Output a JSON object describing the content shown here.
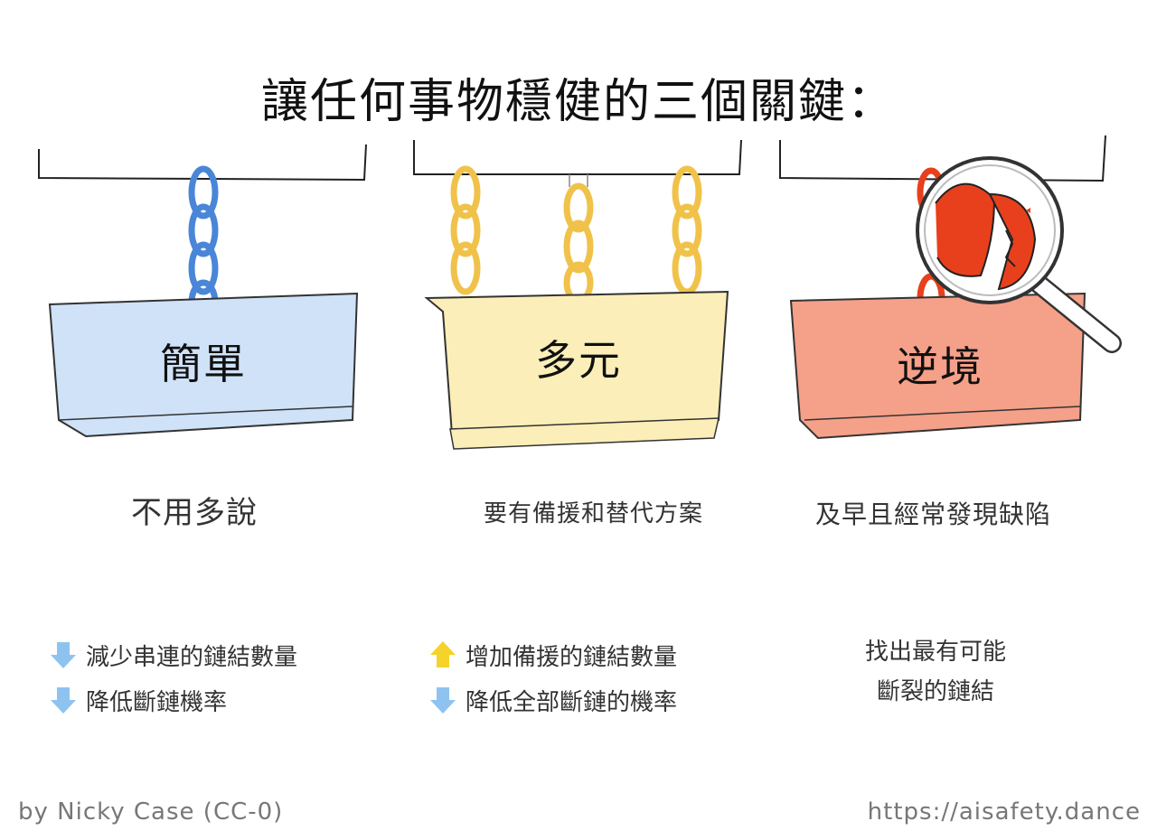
{
  "title": "讓任何事物穩健的三個關鍵：",
  "panels": [
    {
      "label": "簡單",
      "description": "不用多說",
      "bullets": [
        {
          "icon": "arrow-down-icon",
          "text": "減少串連的鏈結數量"
        },
        {
          "icon": "arrow-down-icon",
          "text": "降低斷鏈機率"
        }
      ]
    },
    {
      "label": "多元",
      "description": "要有備援和替代方案",
      "bullets": [
        {
          "icon": "arrow-up-icon",
          "text": "增加備援的鏈結數量"
        },
        {
          "icon": "arrow-down-icon",
          "text": "降低全部斷鏈的機率"
        }
      ]
    },
    {
      "label": "逆境",
      "description": "及早且經常發現缺陷",
      "lines": [
        "找出最有可能",
        "斷裂的鏈結"
      ]
    }
  ],
  "footer": {
    "credit": "by Nicky Case (CC-0)",
    "url": "https://aisafety.dance"
  },
  "colors": {
    "blue_chain": "#4a86d8",
    "blue_box": "#cfe2f8",
    "gold_chain": "#f0c24a",
    "yellow_box": "#fbeeb8",
    "red_chain": "#e8401c",
    "red_box": "#f5a089",
    "arrow_down": "#8ec3f0",
    "arrow_up": "#f5d32a"
  }
}
